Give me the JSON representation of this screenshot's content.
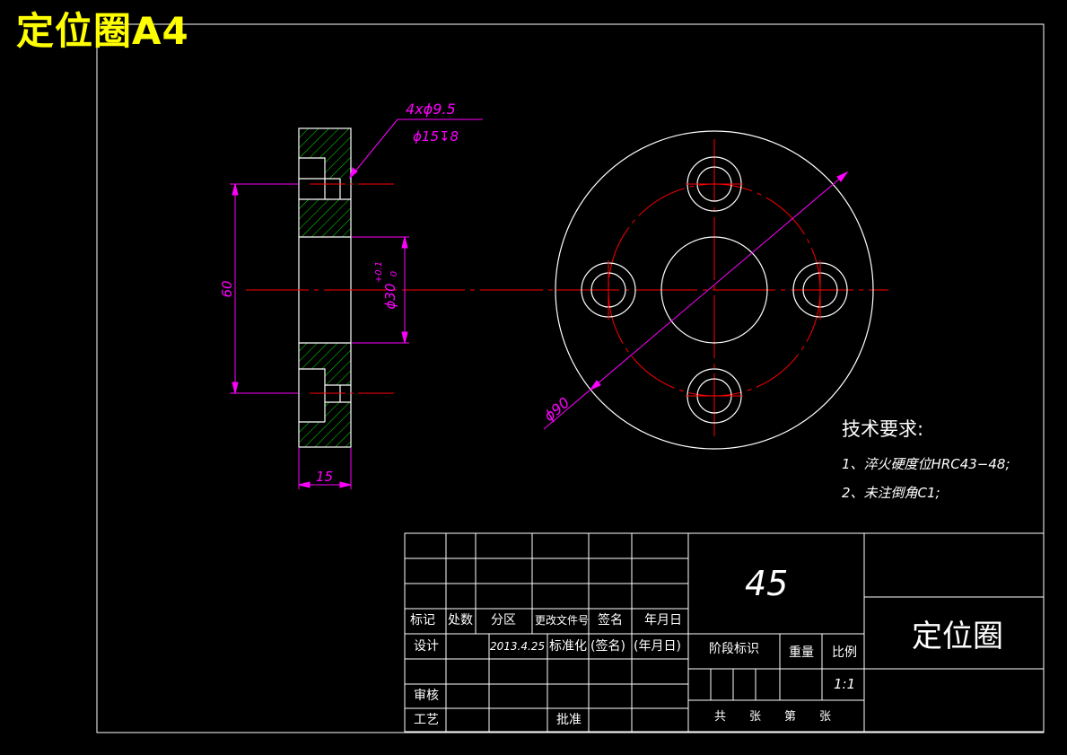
{
  "sheet_title": "定位圈A4",
  "colors": {
    "background": "#000000",
    "outline": "#ffffff",
    "centerline": "#ff0000",
    "dimension": "#ff00ff",
    "hatch": "#00ff00",
    "title": "#ffff00"
  },
  "dimensions": {
    "hole_note_1": "4xϕ9.5",
    "hole_note_2": "ϕ15↧8",
    "total_height": "60",
    "bore": "ϕ30",
    "bore_tol_upper": "+0.1",
    "bore_tol_lower": "0",
    "thickness": "15",
    "outer_dia": "ϕ90"
  },
  "technical_requirements": {
    "heading": "技术要求:",
    "items": [
      "1、淬火硬度位HRC43−48;",
      "2、未注倒角C1;"
    ]
  },
  "title_block": {
    "col_labels": [
      "标记",
      "处数",
      "分区",
      "更改文件号",
      "签名",
      "年月日"
    ],
    "design": "设计",
    "design_date": "2013.4.25",
    "standardization": "标准化",
    "signature": "(签名)",
    "date": "(年月日)",
    "stage_mark": "阶段标识",
    "weight": "重量",
    "scale_label": "比例",
    "scale": "1:1",
    "review": "审核",
    "process": "工艺",
    "approve": "批准",
    "sheet_count": "共　　张　　第　　张",
    "material": "45",
    "part_name": "定位圈"
  }
}
